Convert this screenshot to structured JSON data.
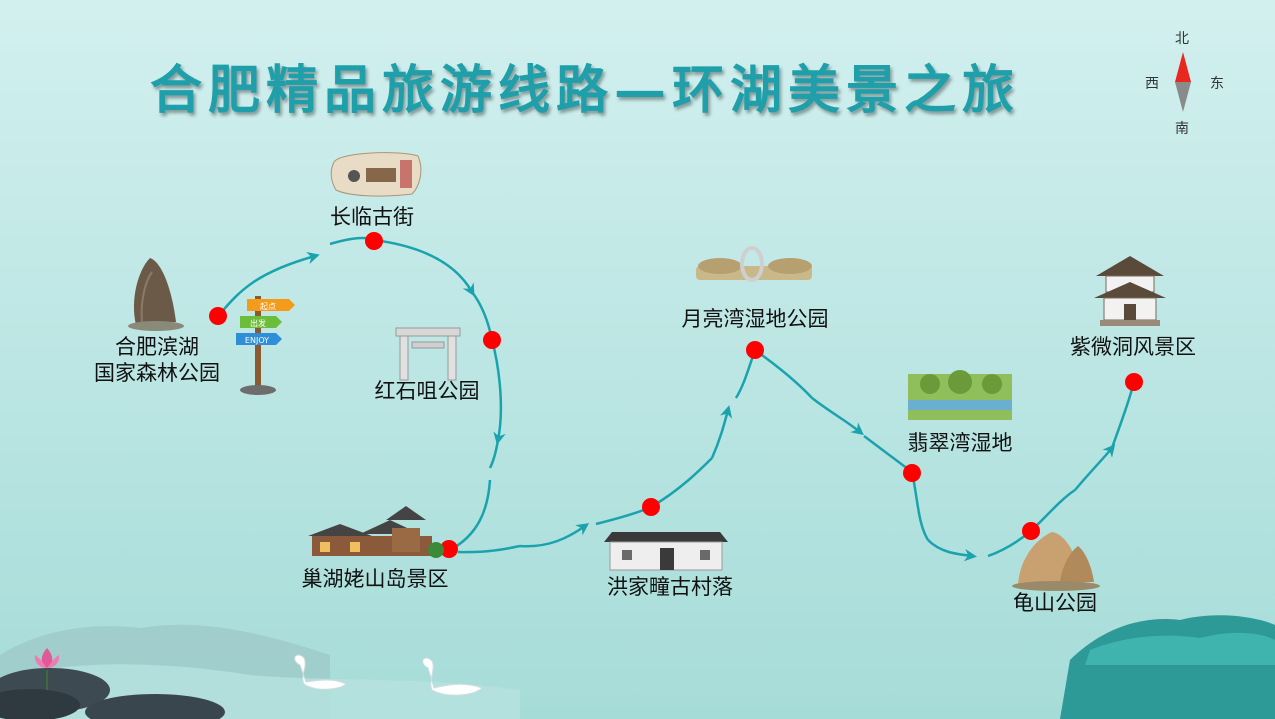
{
  "title": "合肥精品旅游线路—环湖美景之旅",
  "compass": {
    "north": "北",
    "south": "南",
    "east": "东",
    "west": "西"
  },
  "signpost": {
    "top": "起点",
    "mid": "出发",
    "bottom": "ENJOY"
  },
  "spots": [
    {
      "line1": "合肥滨湖",
      "line2": "国家森林公园"
    },
    {
      "line1": "长临古街"
    },
    {
      "line1": "红石咀公园"
    },
    {
      "line1": "巢湖姥山岛景区"
    },
    {
      "line1": "洪家疃古村落"
    },
    {
      "line1": "月亮湾湿地公园"
    },
    {
      "line1": "翡翠湾湿地"
    },
    {
      "line1": "龟山公园"
    },
    {
      "line1": "紫微洞风景区"
    }
  ],
  "colors": {
    "route": "#1aa3ad",
    "dot": "#ff0000",
    "title": "#1e9fa9",
    "compass_north": "#e8281f",
    "compass_south": "#8a8a8a"
  }
}
